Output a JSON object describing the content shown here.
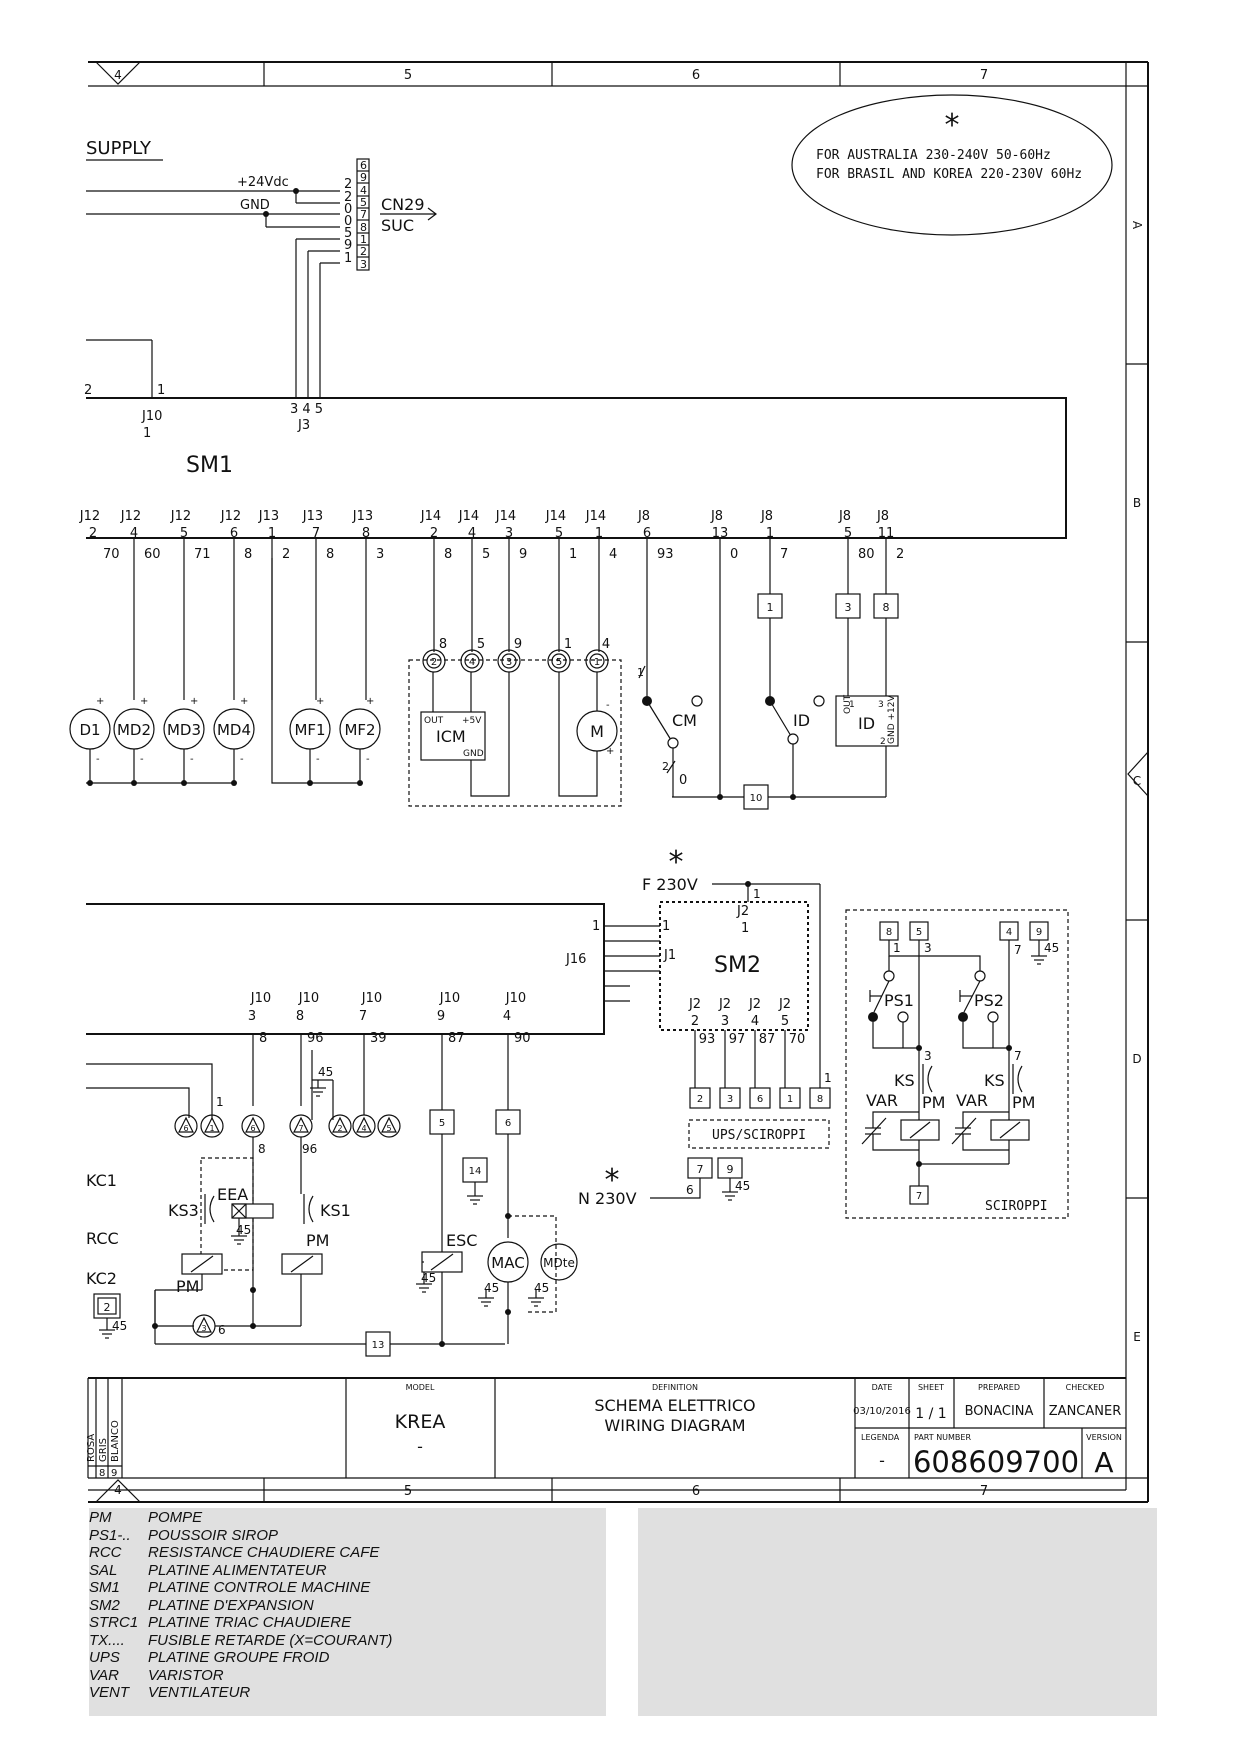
{
  "zones_top": [
    "4",
    "5",
    "6",
    "7"
  ],
  "zones_side": [
    "A",
    "B",
    "C",
    "D",
    "E"
  ],
  "note": {
    "star": "*",
    "line1": "FOR AUSTRALIA 230-240V 50-60Hz",
    "line2": "FOR BRASIL AND KOREA 220-230V 60Hz"
  },
  "supply": {
    "title": "SUPPLY",
    "v24": "+24Vdc",
    "gnd": "GND",
    "cn29": "CN29",
    "suc": "SUC",
    "pins_left": [
      "2",
      "2",
      "0",
      "0",
      "5",
      "9",
      "1"
    ],
    "pins_box": [
      "6",
      "9",
      "4",
      "5",
      "7",
      "8",
      "1",
      "2",
      "3"
    ]
  },
  "sm1": {
    "label": "SM1",
    "j10_top": "J10",
    "j10_pin": "1",
    "j10_num": "1",
    "j3": "J3",
    "j3_pins": "3 4 5",
    "left_pin": "2",
    "connectors": [
      {
        "c": "J12",
        "p": "2",
        "w": "70"
      },
      {
        "c": "J12",
        "p": "4",
        "w": "60"
      },
      {
        "c": "J12",
        "p": "5",
        "w": "71"
      },
      {
        "c": "J12",
        "p": "6",
        "w": "8"
      },
      {
        "c": "J13",
        "p": "1",
        "w": "2"
      },
      {
        "c": "J13",
        "p": "7",
        "w": "8"
      },
      {
        "c": "J13",
        "p": "8",
        "w": "3"
      },
      {
        "c": "J14",
        "p": "2",
        "w": "8"
      },
      {
        "c": "J14",
        "p": "4",
        "w": "5"
      },
      {
        "c": "J14",
        "p": "3",
        "w": "9"
      },
      {
        "c": "J14",
        "p": "5",
        "w": "1"
      },
      {
        "c": "J14",
        "p": "1",
        "w": "4"
      },
      {
        "c": "J8",
        "p": "6",
        "w": "93"
      },
      {
        "c": "J8",
        "p": "13",
        "w": "0"
      },
      {
        "c": "J8",
        "p": "1",
        "w": "7"
      },
      {
        "c": "J8",
        "p": "5",
        "w": "80"
      },
      {
        "c": "J8",
        "p": "11",
        "w": "2"
      }
    ]
  },
  "motors": [
    "D1",
    "MD2",
    "MD3",
    "MD4",
    "MF1",
    "MF2"
  ],
  "icm": {
    "label": "ICM",
    "out": "OUT",
    "v5": "+5V",
    "gnd": "GND",
    "nodes": [
      "2",
      "4",
      "3",
      "5",
      "1"
    ],
    "wires": [
      "8",
      "5",
      "9",
      "1",
      "4"
    ],
    "motor": "M",
    "plus": "+",
    "minus": "-"
  },
  "switches": {
    "cm": "CM",
    "id": "ID",
    "cm_top": "1",
    "cm_bot": "2",
    "cm_bot_w": "0",
    "sq1": "1",
    "sq3": "3",
    "sq8": "8",
    "sq10": "10",
    "id_box": {
      "label": "ID",
      "out": "OUT",
      "p1": "1",
      "p3": "3",
      "v12": "GND +12V",
      "p2": "2"
    }
  },
  "sm2": {
    "label": "SM2",
    "star": "*",
    "f230": "F 230V",
    "n230": "N 230V",
    "j2top": "J2",
    "j2top_p": "1",
    "j2_wire": "1",
    "j1": "J1",
    "j16": "J16",
    "j16_pin": "1",
    "j1_pin": "1",
    "j2_pins": [
      {
        "c": "J2",
        "p": "2",
        "w": "93"
      },
      {
        "c": "J2",
        "p": "3",
        "w": "97"
      },
      {
        "c": "J2",
        "p": "4",
        "w": "87"
      },
      {
        "c": "J2",
        "p": "5",
        "w": "70"
      }
    ],
    "ups_boxes": [
      "2",
      "3",
      "6",
      "1",
      "8"
    ],
    "ups_last_wire": "1",
    "ups_label": "UPS/SCIROPPI",
    "n_boxes": [
      "7",
      "9"
    ],
    "n_wire": "6",
    "n_gnd": "45"
  },
  "sciroppi": {
    "label": "SCIROPPI",
    "boxes_top": [
      "8",
      "5",
      "4",
      "9"
    ],
    "w1": "1",
    "w3": "3",
    "w7": "7",
    "w45": "45",
    "ps1": "PS1",
    "ps2": "PS2",
    "ks": "KS",
    "var": "VAR",
    "pm": "PM",
    "w3b": "3",
    "w7b": "7",
    "box_bot": "7"
  },
  "lower": {
    "j10s": [
      {
        "c": "J10",
        "p": "3",
        "w": "8"
      },
      {
        "c": "J10",
        "p": "8",
        "w": "96"
      },
      {
        "c": "J10",
        "p": "7",
        "w": "39"
      },
      {
        "c": "J10",
        "p": "9",
        "w": "87"
      },
      {
        "c": "J10",
        "p": "4",
        "w": "90"
      }
    ],
    "kc1": "KC1",
    "rcc": "RCC",
    "kc2": "KC2",
    "ks3": "KS3",
    "eea": "EEA",
    "ks1": "KS1",
    "pm": "PM",
    "esc": "ESC",
    "mac": "MAC",
    "mdte": "MDte",
    "tri_labels": [
      "6",
      "1",
      "6",
      "7",
      "2",
      "4",
      "5"
    ],
    "w1": "1",
    "w8": "8",
    "w96": "96",
    "w45": "45",
    "sq5": "5",
    "sq6": "6",
    "sq14": "14",
    "sq13": "13",
    "sq2": "2",
    "w6": "6"
  },
  "title_block": {
    "model_h": "MODEL",
    "model": "KREA",
    "model_sub": "-",
    "def_h": "DEFINITION",
    "def1": "SCHEMA ELETTRICO",
    "def2": "WIRING DIAGRAM",
    "date_h": "DATE",
    "date": "03/10/2016",
    "sheet_h": "SHEET",
    "sheet": "1 / 1",
    "prep_h": "PREPARED",
    "prep": "BONACINA",
    "chk_h": "CHECKED",
    "chk": "ZANCANER",
    "leg_h": "LEGENDA",
    "leg": "-",
    "pn_h": "PART NUMBER",
    "pn": "608609700",
    "ver_h": "VERSION",
    "ver": "A",
    "colors": [
      "ROSA",
      "GRIS",
      "BLANCO"
    ],
    "color_nums": [
      "8",
      "9"
    ]
  },
  "legend": [
    {
      "code": "PM",
      "desc": "POMPE"
    },
    {
      "code": "PS1-..",
      "desc": "POUSSOIR SIROP"
    },
    {
      "code": "RCC",
      "desc": "RESISTANCE CHAUDIERE CAFE"
    },
    {
      "code": "SAL",
      "desc": "PLATINE ALIMENTATEUR"
    },
    {
      "code": "SM1",
      "desc": "PLATINE CONTROLE MACHINE"
    },
    {
      "code": "SM2",
      "desc": "PLATINE D'EXPANSION"
    },
    {
      "code": "STRC1",
      "desc": "PLATINE TRIAC CHAUDIERE"
    },
    {
      "code": "TX....",
      "desc": "FUSIBLE RETARDE (X=COURANT)"
    },
    {
      "code": "UPS",
      "desc": "PLATINE GROUPE  FROID"
    },
    {
      "code": "VAR",
      "desc": "VARISTOR"
    },
    {
      "code": "VENT",
      "desc": "VENTILATEUR"
    }
  ]
}
